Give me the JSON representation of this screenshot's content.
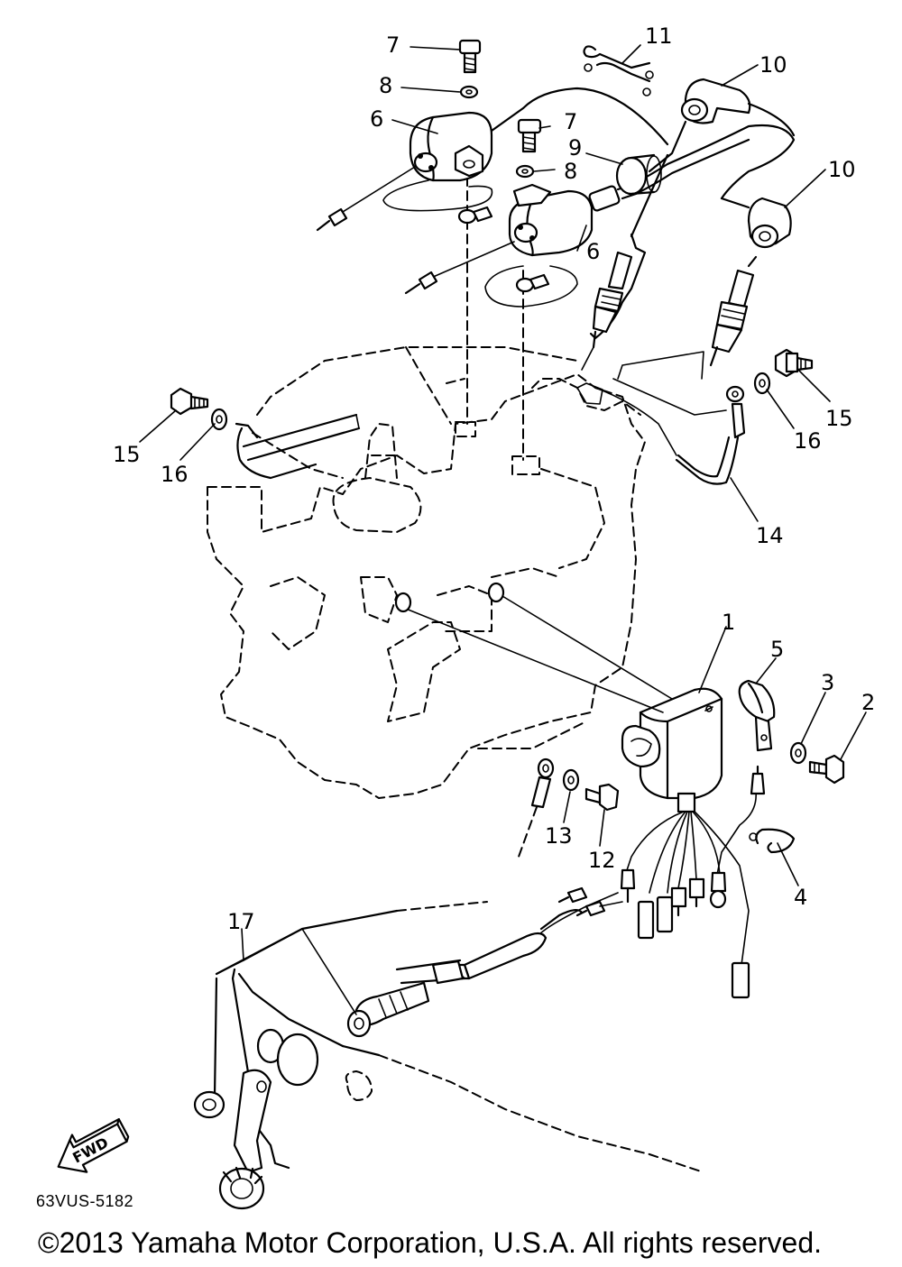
{
  "callouts": {
    "n1": "1",
    "n2": "2",
    "n3": "3",
    "n4": "4",
    "n5": "5",
    "n6a": "6",
    "n6b": "6",
    "n7a": "7",
    "n7b": "7",
    "n8a": "8",
    "n8b": "8",
    "n9": "9",
    "n10a": "10",
    "n10b": "10",
    "n11": "11",
    "n12": "12",
    "n13": "13",
    "n14": "14",
    "n15a": "15",
    "n15b": "15",
    "n16a": "16",
    "n16b": "16",
    "n17": "17"
  },
  "fwd_label": "FWD",
  "figure_code": "63VUS-5182",
  "copyright": "©2013 Yamaha Motor Corporation, U.S.A. All rights reserved."
}
